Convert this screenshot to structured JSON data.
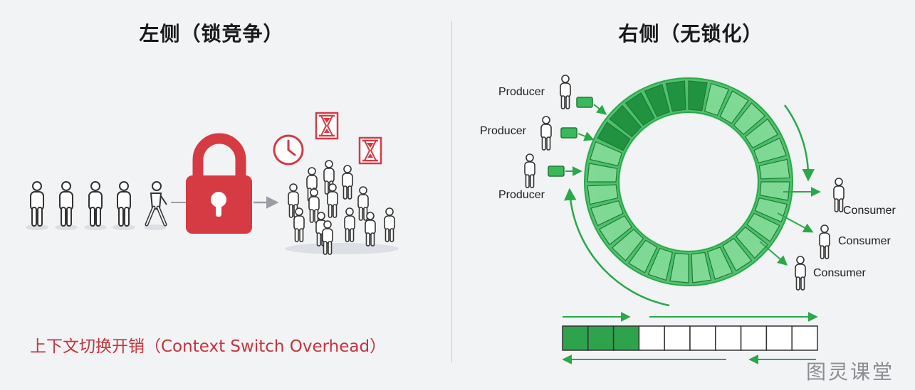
{
  "left_panel": {
    "title": "左侧（锁竞争）",
    "caption": "上下文切换开销（Context Switch Overhead）",
    "icons": [
      "person-icon",
      "walking-person-icon",
      "padlock-icon",
      "clock-icon",
      "hourglass-icon",
      "crowd-icon"
    ]
  },
  "right_panel": {
    "title": "右侧（无锁化）",
    "producers": [
      "Producer",
      "Producer",
      "Producer"
    ],
    "consumers": [
      "Consumer",
      "Consumer",
      "Consumer"
    ],
    "ring_filled_slots": 8,
    "ring_total_slots": 28,
    "linear_buffer_filled": 3,
    "linear_buffer_total": 10
  },
  "watermark": "图灵课堂",
  "colors": {
    "lock_red": "#d63a43",
    "ring_green": "#2aa84a",
    "ring_glow": "#5fe37a",
    "caption_red": "#c7333b"
  }
}
